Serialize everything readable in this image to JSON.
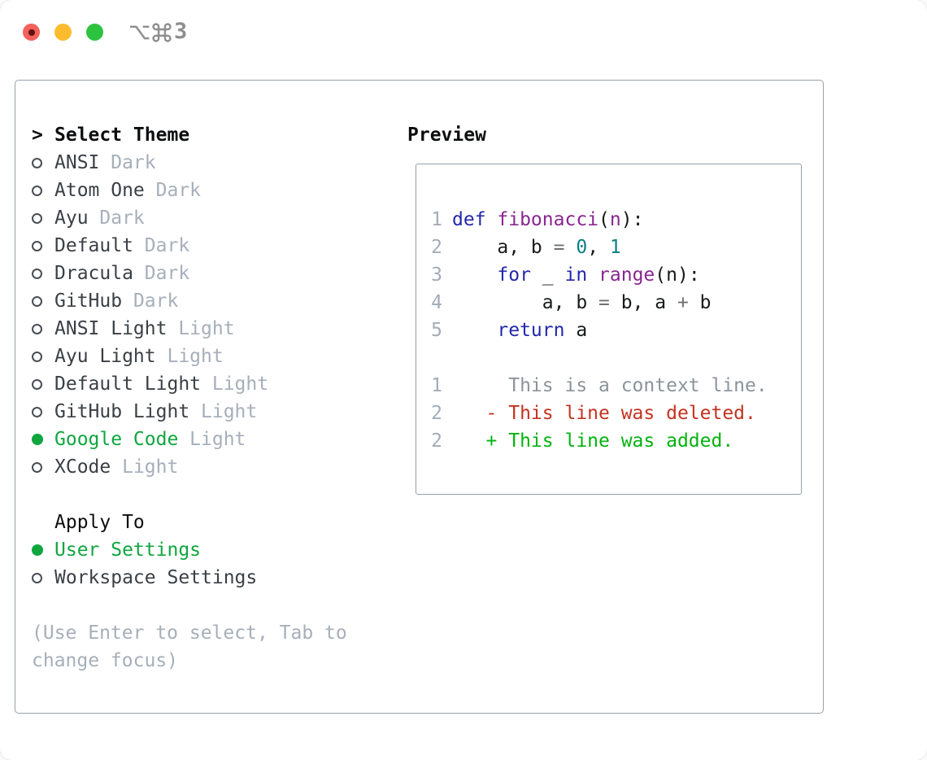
{
  "window": {
    "shortcut": "⌥⌘3",
    "shortcut_digit": "3"
  },
  "theme_picker": {
    "prompt": ">",
    "title": "Select Theme",
    "themes": [
      {
        "name": "ANSI",
        "variant": "Dark",
        "selected": false
      },
      {
        "name": "Atom One",
        "variant": "Dark",
        "selected": false
      },
      {
        "name": "Ayu",
        "variant": "Dark",
        "selected": false
      },
      {
        "name": "Default",
        "variant": "Dark",
        "selected": false
      },
      {
        "name": "Dracula",
        "variant": "Dark",
        "selected": false
      },
      {
        "name": "GitHub",
        "variant": "Dark",
        "selected": false
      },
      {
        "name": "ANSI Light",
        "variant": "Light",
        "selected": false
      },
      {
        "name": "Ayu Light",
        "variant": "Light",
        "selected": false
      },
      {
        "name": "Default Light",
        "variant": "Light",
        "selected": false
      },
      {
        "name": "GitHub Light",
        "variant": "Light",
        "selected": false
      },
      {
        "name": "Google Code",
        "variant": "Light",
        "selected": true
      },
      {
        "name": "XCode",
        "variant": "Light",
        "selected": false
      }
    ],
    "apply_to": {
      "label": "Apply To",
      "options": [
        {
          "name": "User Settings",
          "selected": true
        },
        {
          "name": "Workspace Settings",
          "selected": false
        }
      ]
    },
    "help_lines": [
      "(Use Enter to select, Tab to",
      "change focus)"
    ]
  },
  "preview": {
    "title": "Preview",
    "lines": [
      {
        "num": "1",
        "tokens": [
          [
            "kw",
            "def "
          ],
          [
            "fn",
            "fibonacci"
          ],
          [
            "pl",
            "("
          ],
          [
            "fn",
            "n"
          ],
          [
            "pl",
            "):"
          ]
        ]
      },
      {
        "num": "2",
        "tokens": [
          [
            "pl",
            "    a, b "
          ],
          [
            "op",
            "= "
          ],
          [
            "lit",
            "0"
          ],
          [
            "pl",
            ", "
          ],
          [
            "lit",
            "1"
          ]
        ]
      },
      {
        "num": "3",
        "tokens": [
          [
            "pl",
            "    "
          ],
          [
            "kw",
            "for"
          ],
          [
            "pl",
            " _ "
          ],
          [
            "kw",
            "in"
          ],
          [
            "pl",
            " "
          ],
          [
            "fn",
            "range"
          ],
          [
            "pl",
            "(n):"
          ]
        ]
      },
      {
        "num": "4",
        "tokens": [
          [
            "pl",
            "        a, b "
          ],
          [
            "op",
            "= "
          ],
          [
            "pl",
            "b, a "
          ],
          [
            "op",
            "+ "
          ],
          [
            "pl",
            "b"
          ]
        ]
      },
      {
        "num": "5",
        "tokens": [
          [
            "pl",
            "    "
          ],
          [
            "kw",
            "return"
          ],
          [
            "pl",
            " a"
          ]
        ]
      },
      {
        "num": "",
        "tokens": []
      },
      {
        "num": "1",
        "tokens": [
          [
            "ctx",
            "     This is a context line."
          ]
        ]
      },
      {
        "num": "2",
        "tokens": [
          [
            "del",
            "   - This line was deleted."
          ]
        ]
      },
      {
        "num": "2",
        "tokens": [
          [
            "add",
            "   + This line was added."
          ]
        ]
      }
    ]
  },
  "colors": {
    "accent_green": "#0fa63f",
    "border_gray": "#98a1ab",
    "muted_text": "#a6afba",
    "item_text": "#3a4046",
    "header_text": "#0c0e10",
    "traffic_red": "#f4605a",
    "traffic_yellow": "#fdbc2e",
    "traffic_green": "#2cc33f",
    "syntax": {
      "keyword": "#2328aa",
      "function": "#8a2590",
      "literal": "#0c7f81",
      "plain": "#17191b",
      "operator": "#6c7176",
      "line_number": "#a3acb8"
    },
    "diff": {
      "context": "#8b939c",
      "deleted": "#c5321f",
      "added": "#04b30f"
    }
  }
}
